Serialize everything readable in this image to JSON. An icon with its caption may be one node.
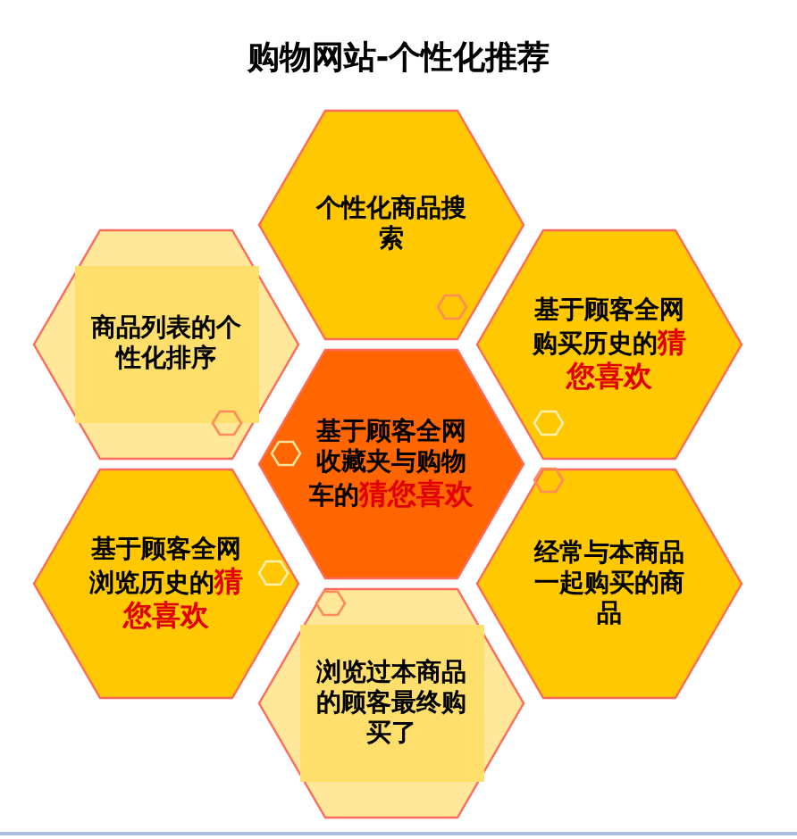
{
  "diagram": {
    "title": "购物网站-个性化推荐",
    "nodes": [
      {
        "text": [
          "个性化商品搜索"
        ]
      },
      {
        "text": [
          "商品列表的个性化排序"
        ]
      },
      {
        "text": [
          "基于顾客全网购买历史的**猜您喜欢**"
        ]
      },
      {
        "text": [
          "基于顾客全网收藏夹与购物车的**猜您喜欢**"
        ]
      },
      {
        "text": [
          "基于顾客全网浏览历史的**猜您喜欢**"
        ]
      },
      {
        "text": [
          "经常与本商品一起购买的商品"
        ]
      },
      {
        "text": [
          "浏览过本商品的顾客最终购买了"
        ]
      }
    ]
  }
}
